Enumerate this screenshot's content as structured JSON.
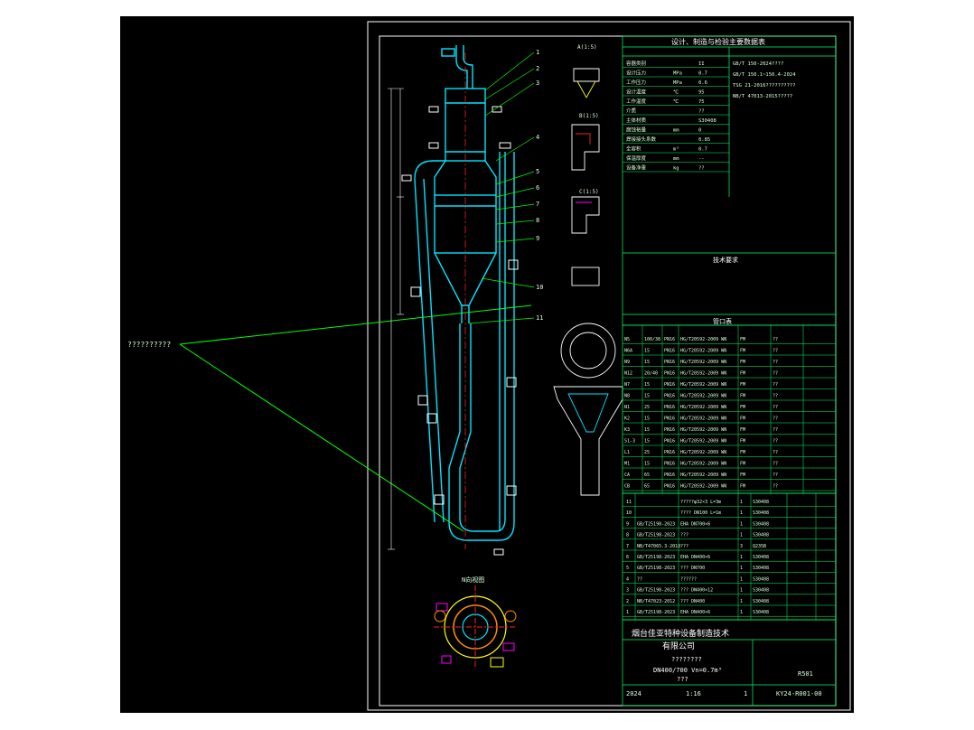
{
  "palette": {
    "background": "#000000",
    "frame": "#ffffff",
    "vessel": "#00e5ff",
    "table": "#00ff66",
    "text": "#d9ffd9",
    "accent_yellow": "#ffff00",
    "accent_magenta": "#ff00ff",
    "accent_red": "#ff2020",
    "leader": "#00ff00"
  },
  "callout_label": "??????????",
  "title_block": {
    "company_line1": "烟台佳亚特种设备制造技术",
    "company_line2": "有限公司",
    "equipment_name": "????????",
    "spec": "DN400/700 Vn=0.7m³",
    "drawing_type": "???",
    "scale": "1:16",
    "year": "2024",
    "drawing_no": "KY24-R001-00",
    "part_code": "R501",
    "sheet": "1"
  },
  "table_titles": {
    "design_params": "设计、制造与检验主要数据表",
    "nozzle_table": "管口表",
    "tech_req": "技术要求"
  },
  "design_params_rows": [
    [
      "容器类别",
      "",
      "II"
    ],
    [
      "设计压力",
      "MPa",
      "0.7"
    ],
    [
      "工作压力",
      "MPa",
      "0.6"
    ],
    [
      "设计温度",
      "℃",
      "95"
    ],
    [
      "工作温度",
      "℃",
      "75"
    ],
    [
      "介质",
      "",
      "??"
    ],
    [
      "主体材质",
      "",
      "S30408"
    ],
    [
      "腐蚀裕量",
      "mm",
      "0"
    ],
    [
      "焊接接头系数",
      "",
      "0.85"
    ],
    [
      "全容积",
      "m³",
      "0.7"
    ],
    [
      "保温厚度",
      "mm",
      "--"
    ],
    [
      "设备净重",
      "kg",
      "??"
    ]
  ],
  "standard_lines": [
    "GB/T 150-2024????",
    "GB/T 150.1~150.4-2024",
    "TSG 21-2016??????????",
    "NB/T 47013-2015?????"
  ],
  "nozzle_rows": [
    [
      "N5",
      "100/38",
      "PN16",
      "HG/T20592-2009 WN",
      "FM",
      "??"
    ],
    [
      "N6A",
      "15",
      "PN16",
      "HG/T20592-2009 WN",
      "FM",
      "??"
    ],
    [
      "N9",
      "15",
      "PN16",
      "HG/T20592-2009 WN",
      "FM",
      "??"
    ],
    [
      "N12",
      "20/40",
      "PN16",
      "HG/T20592-2009 WN",
      "FM",
      "??"
    ],
    [
      "N7",
      "15",
      "PN16",
      "HG/T20592-2009 WN",
      "FM",
      "??"
    ],
    [
      "N8",
      "15",
      "PN16",
      "HG/T20592-2009 WN",
      "FM",
      "??"
    ],
    [
      "N1",
      "25",
      "PN16",
      "HG/T20592-2009 WN",
      "FM",
      "??"
    ],
    [
      "K2",
      "15",
      "PN16",
      "HG/T20592-2009 WN",
      "FM",
      "??"
    ],
    [
      "K3",
      "15",
      "PN16",
      "HG/T20592-2009 WN",
      "FM",
      "??"
    ],
    [
      "S1-3",
      "15",
      "PN16",
      "HG/T20592-2009 WN",
      "FM",
      "??"
    ],
    [
      "L1",
      "25",
      "PN16",
      "HG/T20592-2009 WN",
      "FM",
      "??"
    ],
    [
      "M1",
      "15",
      "PN16",
      "HG/T20592-2009 WN",
      "FM",
      "??"
    ],
    [
      "CA",
      "65",
      "PN16",
      "HG/T20592-2009 WN",
      "FM",
      "??"
    ],
    [
      "CB",
      "65",
      "PN16",
      "HG/T20592-2009 WN",
      "FM",
      "??"
    ]
  ],
  "parts_rows": [
    [
      "11",
      "",
      "?????φ32×3 L=3m",
      "1",
      "S30408",
      ""
    ],
    [
      "10",
      "",
      "???? DN100 L=1m",
      "1",
      "S30408",
      ""
    ],
    [
      "9",
      "GB/T25198-2023",
      "EHA DN700×6",
      "1",
      "S30408",
      ""
    ],
    [
      "8",
      "GB/T25198-2023",
      "???",
      "1",
      "S30408",
      ""
    ],
    [
      "7",
      "NB/T47065.3-2018",
      "???",
      "3",
      "Q235B",
      ""
    ],
    [
      "6",
      "GB/T25198-2023",
      "EHA DN400×6",
      "1",
      "S30408",
      ""
    ],
    [
      "5",
      "GB/T25198-2023",
      "??? DN700",
      "1",
      "S30408",
      ""
    ],
    [
      "4",
      "??",
      "??????",
      "1",
      "S30408",
      ""
    ],
    [
      "3",
      "GB/T25198-2023",
      "??? DN400×12",
      "1",
      "S30408",
      ""
    ],
    [
      "2",
      "NB/T47023-2012",
      "??? DN400",
      "1",
      "S30408",
      ""
    ],
    [
      "1",
      "GB/T25198-2023",
      "EHA DN400×6",
      "1",
      "S30408",
      ""
    ]
  ],
  "view_labels": {
    "detail_a": "A(1:5)",
    "detail_b": "B(1:5)",
    "detail_c": "C(1:5)",
    "plan_view": "N向视图"
  },
  "balloons": [
    "1",
    "2",
    "3",
    "4",
    "5",
    "6",
    "7",
    "8",
    "9",
    "10",
    "11"
  ]
}
